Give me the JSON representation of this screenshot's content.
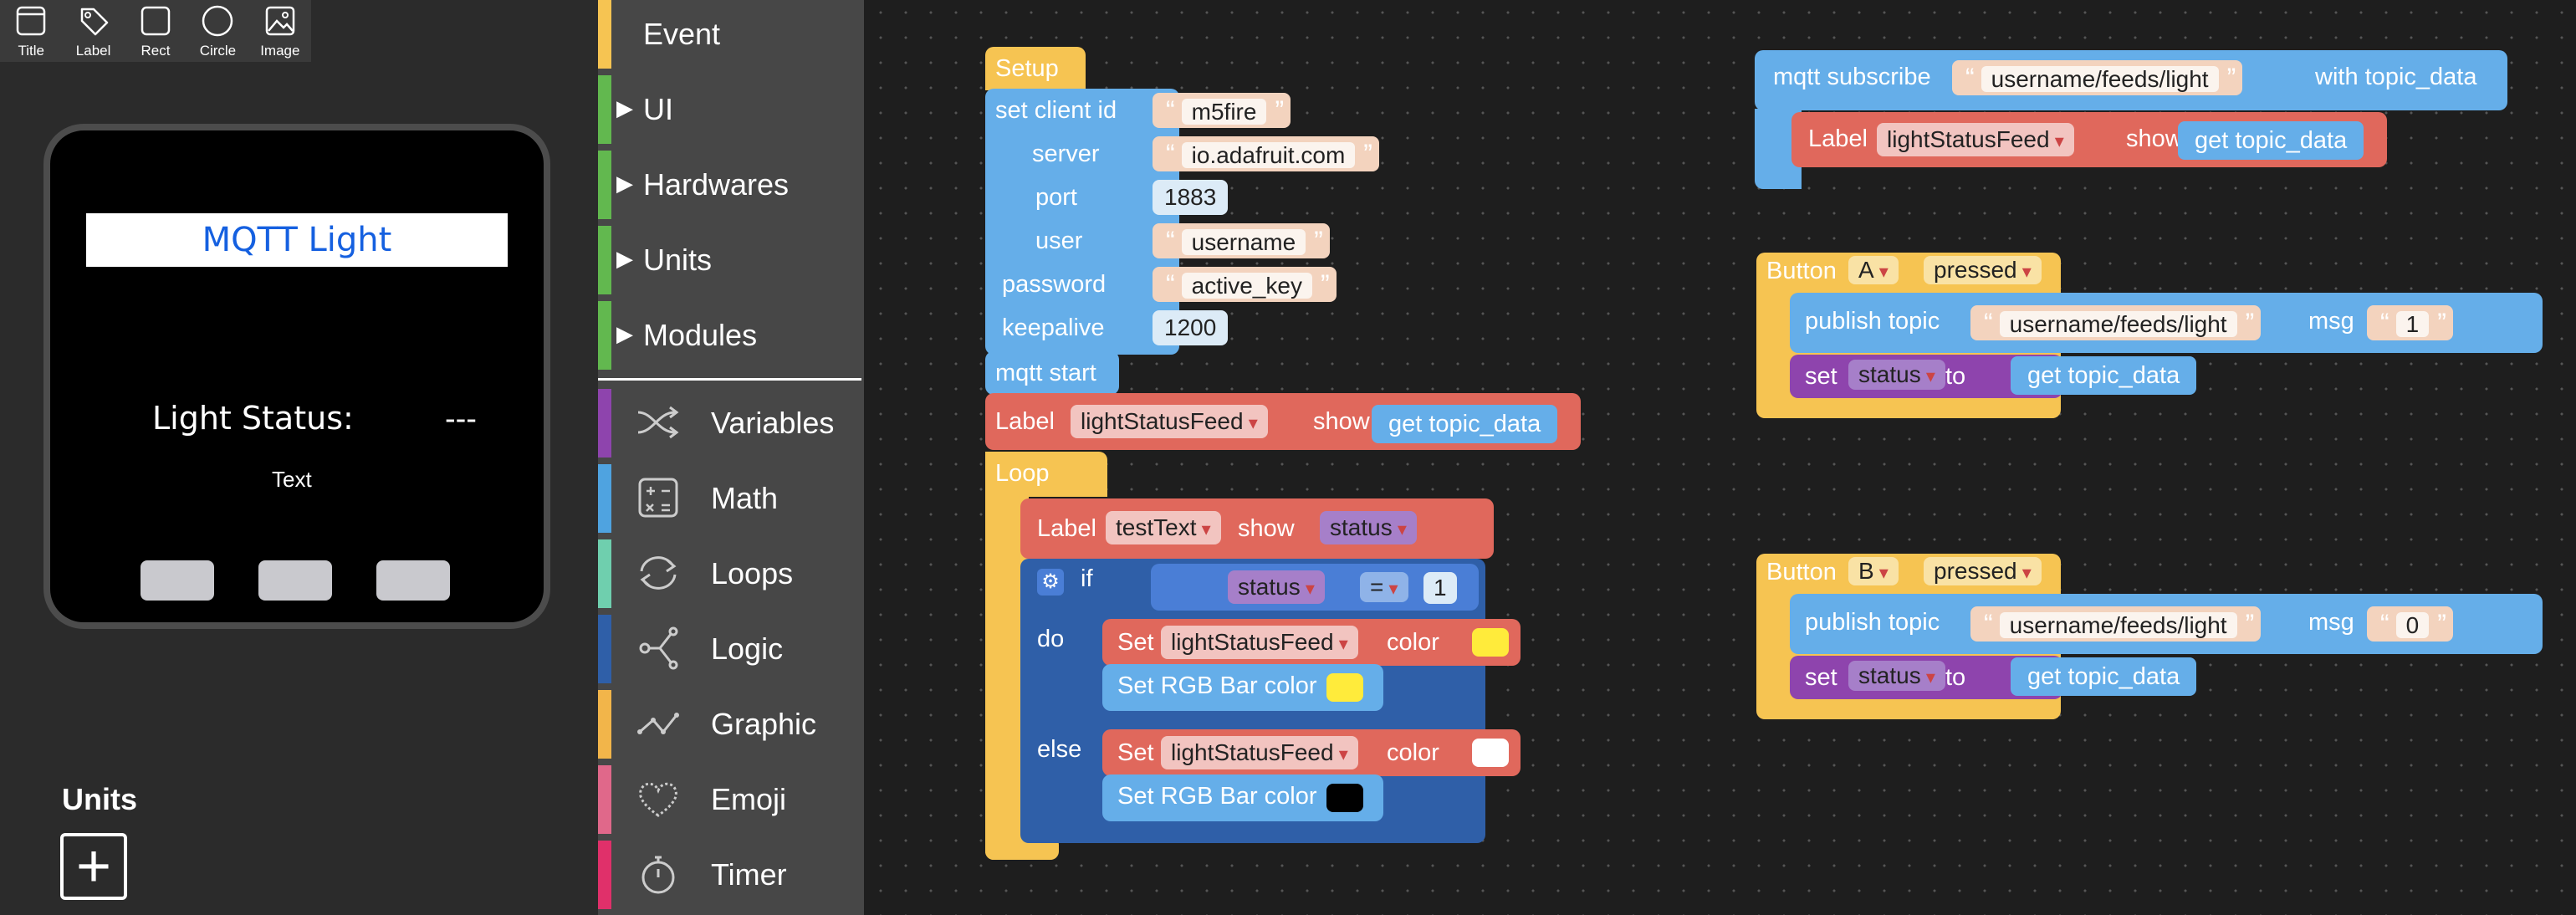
{
  "toolbar": {
    "tools": [
      "Title",
      "Label",
      "Rect",
      "Circle",
      "Image"
    ]
  },
  "device": {
    "title": "MQTT Light",
    "status_label": "Light Status:",
    "status_value": "---",
    "text_label": "Text"
  },
  "units_panel": {
    "heading": "Units",
    "add_icon": "+"
  },
  "categories": {
    "event": "Event",
    "ui": "UI",
    "hardwares": "Hardwares",
    "units": "Units",
    "modules": "Modules",
    "variables": "Variables",
    "math": "Math",
    "loops": "Loops",
    "logic": "Logic",
    "graphic": "Graphic",
    "emoji": "Emoji",
    "timer": "Timer",
    "colors": {
      "event": "#f6c452",
      "ui": "#62b84f",
      "hardwares": "#62b84f",
      "units": "#62b84f",
      "modules": "#62b84f",
      "variables": "#8e44ad",
      "math": "#4fa3e0",
      "loops": "#6fcfae",
      "logic": "#2f5fa8",
      "graphic": "#f2b54a",
      "emoji": "#e0688a",
      "timer": "#e0306a"
    }
  },
  "blocks": {
    "quote_open": "“",
    "quote_close": "”",
    "setup": {
      "hat": "Setup",
      "set_client_id": "set client id",
      "client_id": "m5fire",
      "server_label": "server",
      "server": "io.adafruit.com",
      "port_label": "port",
      "port": "1883",
      "user_label": "user",
      "user": "username",
      "password_label": "password",
      "password": "active_key",
      "keepalive_label": "keepalive",
      "keepalive": "1200",
      "mqtt_start": "mqtt start",
      "label_kw": "Label",
      "label_name": "lightStatusFeed",
      "show_kw": "show",
      "get_topic": "get topic_data"
    },
    "loop": {
      "hat": "Loop",
      "label_kw": "Label",
      "label_name": "testText",
      "show_kw": "show",
      "status_var": "status",
      "if_kw": "if",
      "eq_op": "=",
      "compare_value": "1",
      "do_kw": "do",
      "else_kw": "else",
      "set_kw": "Set",
      "set_label": "lightStatusFeed",
      "color_kw": "color",
      "rgb_bar": "Set RGB Bar color",
      "do_color": "#ffeb3b",
      "else_color": "#ffffff",
      "do_rgb_color": "#ffeb3b",
      "else_rgb_color": "#000000"
    },
    "subscribe": {
      "prefix": "mqtt subscribe",
      "topic": "username/feeds/light",
      "suffix": "with topic_data",
      "label_kw": "Label",
      "label_name": "lightStatusFeed",
      "show_kw": "show",
      "get_topic": "get topic_data"
    },
    "button_a": {
      "button_kw": "Button",
      "button": "A",
      "event": "pressed",
      "publish_kw": "publish topic",
      "topic": "username/feeds/light",
      "msg_kw": "msg",
      "msg": "1",
      "set_kw": "set",
      "var": "status",
      "to_kw": "to",
      "get_topic": "get topic_data"
    },
    "button_b": {
      "button_kw": "Button",
      "button": "B",
      "event": "pressed",
      "publish_kw": "publish topic",
      "topic": "username/feeds/light",
      "msg_kw": "msg",
      "msg": "0",
      "set_kw": "set",
      "var": "status",
      "to_kw": "to",
      "get_topic": "get topic_data"
    }
  }
}
